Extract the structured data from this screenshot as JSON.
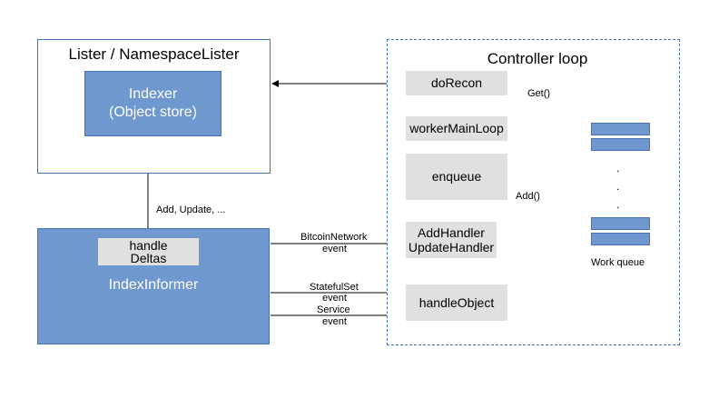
{
  "lister": {
    "title": "Lister / NamespaceLister",
    "indexer_line1": "Indexer",
    "indexer_line2": "(Object store)"
  },
  "controller": {
    "title": "Controller loop",
    "do_recon": "doRecon",
    "worker_main_loop": "workerMainLoop",
    "enqueue": "enqueue",
    "add_handler": "AddHandler",
    "update_handler": "UpdateHandler",
    "handle_object": "handleObject"
  },
  "informer": {
    "title": "IndexInformer",
    "handle": "handle",
    "deltas": "Deltas"
  },
  "labels": {
    "add_update": "Add, Update, ...",
    "bitcoin_network": "BitcoinNetwork",
    "statefulset": "StatefulSet",
    "service": "Service",
    "event": "event",
    "get": "Get()",
    "add": "Add()",
    "work_queue": "Work queue",
    "dot": "."
  }
}
